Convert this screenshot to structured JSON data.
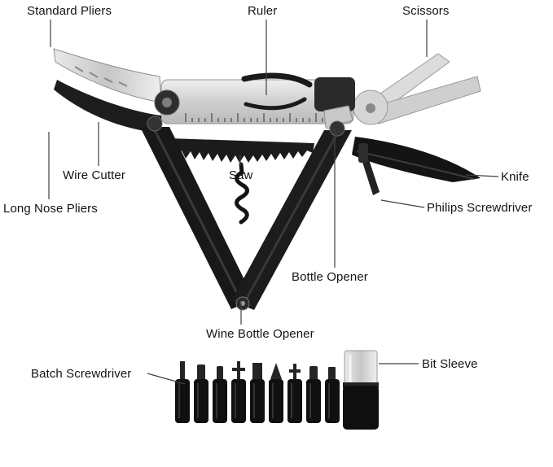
{
  "labels": {
    "standard_pliers": "Standard Pliers",
    "ruler": "Ruler",
    "scissors": "Scissors",
    "wire_cutter": "Wire Cutter",
    "saw": "Saw",
    "knife": "Knife",
    "long_nose_pliers": "Long Nose Pliers",
    "philips_screwdriver": "Philips Screwdriver",
    "bottle_opener": "Bottle Opener",
    "wine_bottle_opener": "Wine Bottle Opener",
    "batch_screwdriver": "Batch Screwdriver",
    "bit_sleeve": "Bit Sleeve"
  },
  "colors": {
    "leader_line": "#404040",
    "label_text": "#141414",
    "steel": "#d6d6d6",
    "dark_metal": "#1b1b1b"
  }
}
